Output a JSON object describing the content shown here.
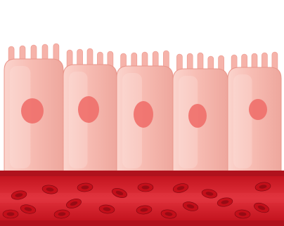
{
  "colors": {
    "background": "#ffffff",
    "cell_fill": "#f6b3aa",
    "cell_highlight": "#fde0db",
    "cell_shadow": "#e9968b",
    "nucleus": "#ef6f6a",
    "vessel_outer": "#b0121d",
    "vessel_inner": "#d61f2a",
    "vessel_band": "#e23a44",
    "blood_cell": "#c40f1a",
    "blood_cell_center": "#8e0a13"
  },
  "scene": {
    "cell_count": 5,
    "microvilli_per_cell": 5,
    "blood_cell_count": 19
  }
}
